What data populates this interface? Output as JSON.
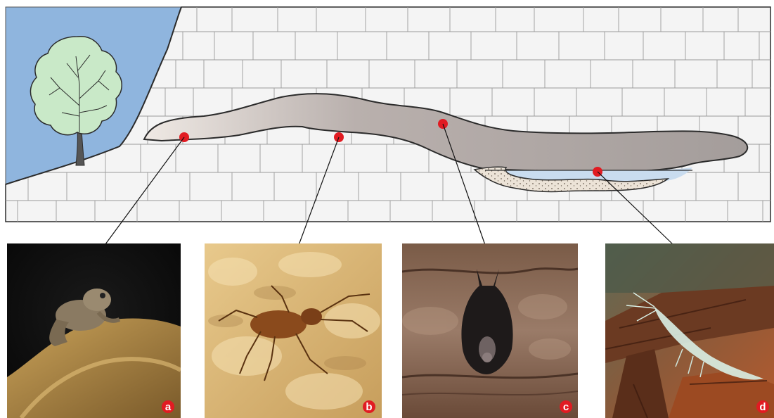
{
  "colors": {
    "sky": "#8fb5de",
    "rock": "#f4f4f4",
    "rock_outline": "#2b2b2b",
    "cave_dark": "#a79f9c",
    "cave_light": "#e2dbd6",
    "water": "#c9dcef",
    "sediment": "#ece3d7",
    "tree_canopy": "#c9e9c8",
    "marker": "#e11b22"
  },
  "photos": [
    {
      "label": "a",
      "subject": "frog",
      "icon": "frog-photo"
    },
    {
      "label": "b",
      "subject": "beetle",
      "icon": "beetle-photo"
    },
    {
      "label": "c",
      "subject": "bat",
      "icon": "bat-photo"
    },
    {
      "label": "d",
      "subject": "shrimp",
      "icon": "shrimp-photo"
    }
  ]
}
